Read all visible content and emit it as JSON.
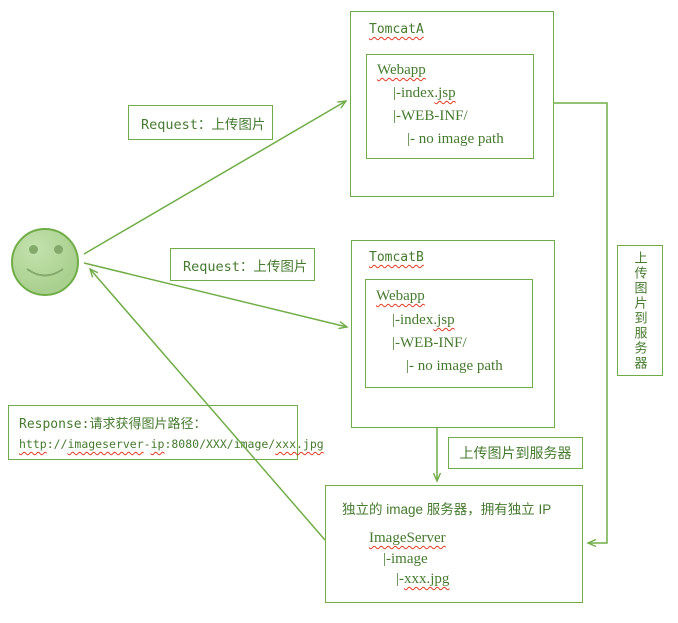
{
  "colors": {
    "line_green": "#70ad47",
    "text_green": "#467a2f",
    "squiggle_red": "#e03b24",
    "smiley_fill": "#a9d08e",
    "smiley_feature": "#83a96c"
  },
  "actor": {
    "icon": "smiley-user-icon"
  },
  "requests": {
    "to_tomcat_a": "Request：上传图片",
    "to_tomcat_b": "Request：上传图片"
  },
  "tomcat_a": {
    "title": "TomcatA",
    "webapp": {
      "title": "Webapp",
      "index_prefix": "|-index",
      "index_ext": ".jsp",
      "webinf": "|-WEB-INF/",
      "noimage": "|- no image path"
    }
  },
  "tomcat_b": {
    "title": "TomcatB",
    "webapp": {
      "title": "Webapp",
      "index_prefix": "|-index",
      "index_ext": ".jsp",
      "webinf": "|-WEB-INF/",
      "noimage": "|- no image path"
    }
  },
  "response": {
    "line1": "Response:请求获得图片路径：",
    "url": {
      "p1": "http",
      "p2": "://",
      "p3": "imageserver",
      "p4": "-",
      "p5": "ip",
      "p6": ":8080/XXX/image/",
      "p7": "xxx.jpg"
    }
  },
  "image_server": {
    "caption": "独立的 image 服务器，拥有独立 IP",
    "title": "ImageServer",
    "dir": "|-image",
    "file_prefix": "|-",
    "file": "xxx.jpg"
  },
  "edge_labels": {
    "upload_horizontal": "上传图片到服务器",
    "upload_vertical": "上传图片到服务器"
  }
}
